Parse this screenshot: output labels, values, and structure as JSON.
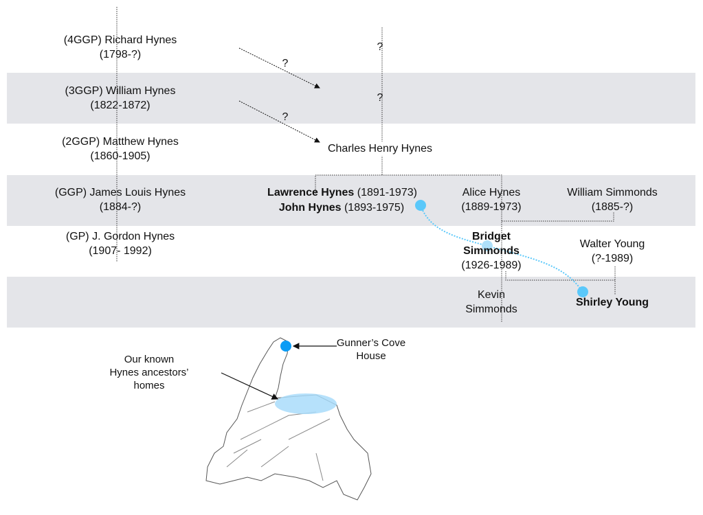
{
  "generations": [
    {
      "label": "(4GGP) Richard Hynes",
      "dates": "(1798-?)"
    },
    {
      "label": "(3GGP) William Hynes",
      "dates": "(1822-1872)"
    },
    {
      "label": "(2GGP) Matthew Hynes",
      "dates": "(1860-1905)"
    },
    {
      "label": "(GGP) James Louis Hynes",
      "dates": "(1884-?)"
    },
    {
      "label": "(GP) J. Gordon Hynes",
      "dates": "(1907- 1992)"
    }
  ],
  "unknown_marks": [
    "?",
    "?",
    "?",
    "?"
  ],
  "people": {
    "charles": "Charles Henry Hynes",
    "lawrence_name": "Lawrence Hynes",
    "lawrence_dates": " (1891-1973)",
    "john_name": "John Hynes",
    "john_dates": " (1893-1975)",
    "alice_name": "Alice Hynes",
    "alice_dates": "(1889-1973)",
    "william_s_name": "William Simmonds",
    "william_s_dates": "(1885-?)",
    "bridget_first": "Bridget",
    "bridget_last": "Simmonds",
    "bridget_dates": "(1926-1989)",
    "walter_name": "Walter Young",
    "walter_dates": "(?-1989)",
    "kevin_first": "Kevin",
    "kevin_last": "Simmonds",
    "shirley": "Shirley Young"
  },
  "map": {
    "gunners_line1": "Gunner’s Cove",
    "gunners_line2": "House",
    "homes_line1": "Our known",
    "homes_line2": "Hynes ancestors’",
    "homes_line3": "homes"
  },
  "colors": {
    "band": "#e4e5e9",
    "path": "#5ac8fa",
    "mid_dot": "#aee0fa",
    "gunners_dot": "#0a9cf5",
    "homes_area": "#a9dcfa"
  }
}
